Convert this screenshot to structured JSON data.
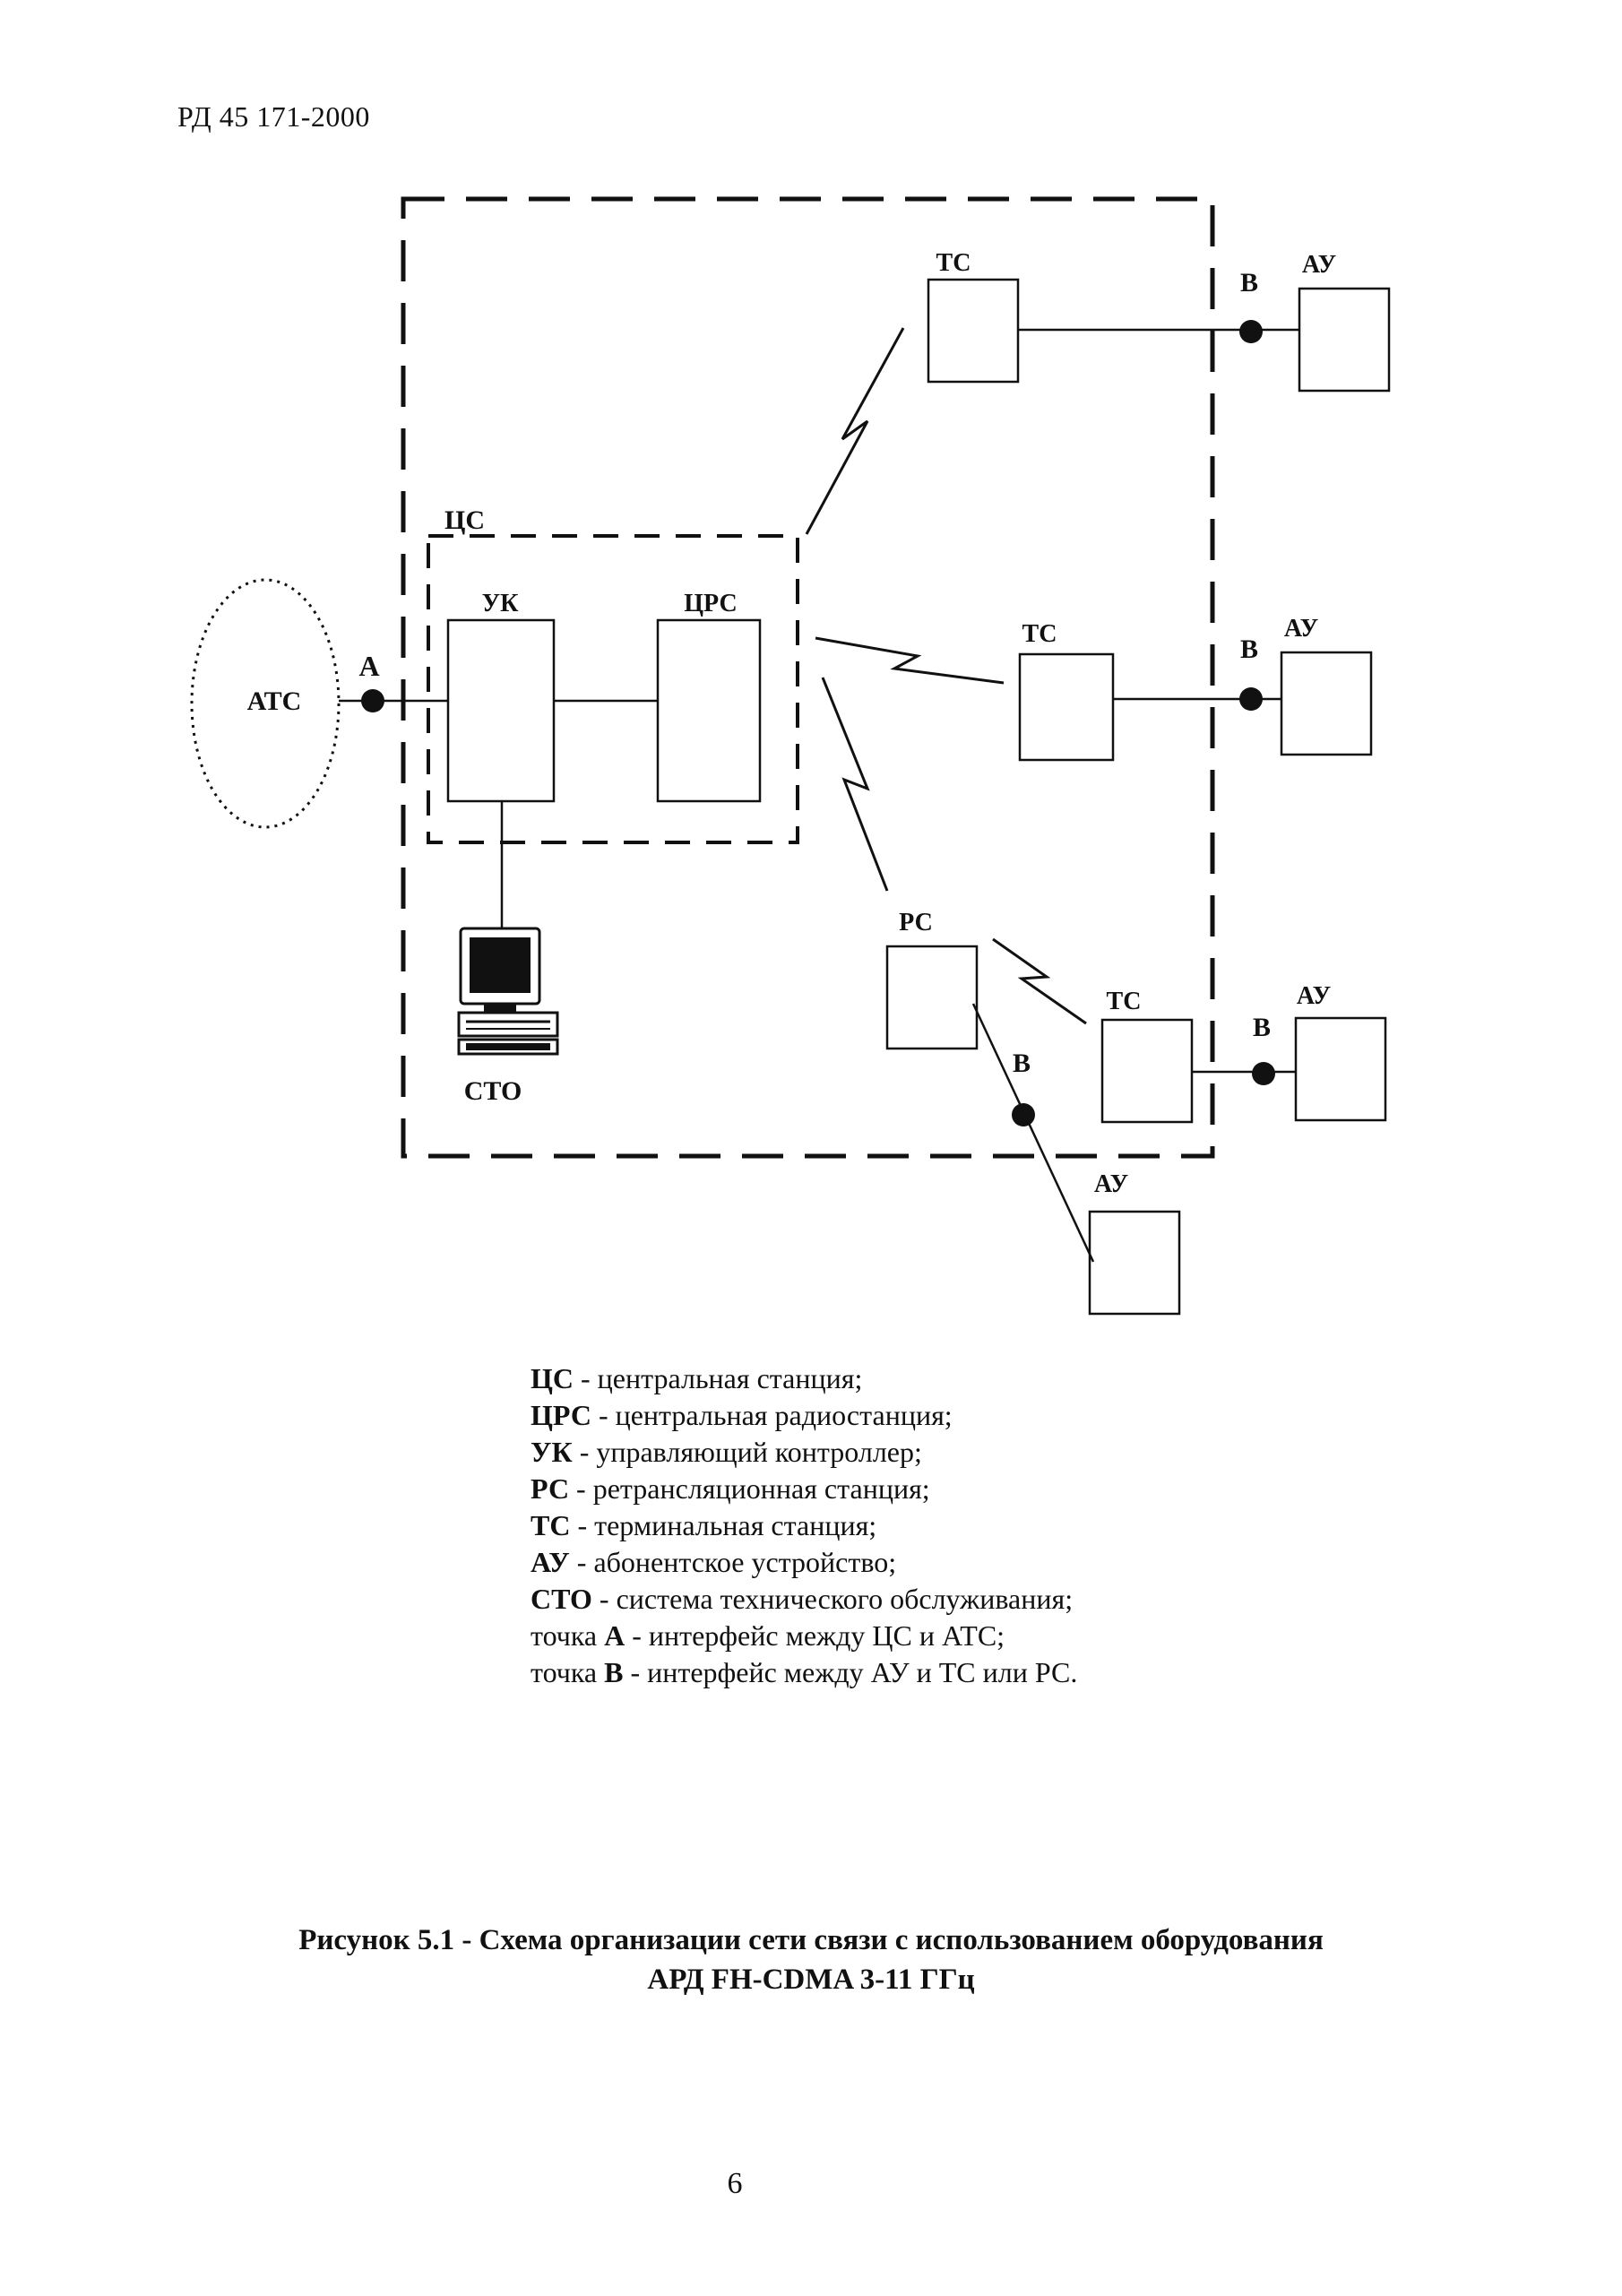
{
  "header": {
    "doc_code": "РД 45 171-2000"
  },
  "diagram": {
    "labels": {
      "ats": "АТС",
      "point_a": "А",
      "cs": "ЦС",
      "uk": "УК",
      "crs": "ЦРС",
      "sto": "СТО",
      "ts_top": "ТС",
      "ts_middle": "ТС",
      "ts_bottom": "ТС",
      "rs": "РС",
      "point_b_top": "В",
      "point_b_middle": "В",
      "point_b_bottom": "В",
      "point_b_rs": "В",
      "au_top": "АУ",
      "au_middle": "АУ",
      "au_bottom": "АУ",
      "au_rs": "АУ"
    }
  },
  "legend": [
    {
      "abbr": "ЦС",
      "text": " - центральная станция;"
    },
    {
      "abbr": "ЦРС",
      "text": " - центральная радиостанция;"
    },
    {
      "abbr": "УК",
      "text": " - управляющий контроллер;"
    },
    {
      "abbr": "РС",
      "text": " - ретрансляционная станция;"
    },
    {
      "abbr": "ТС",
      "text": " - терминальная станция;"
    },
    {
      "abbr": "АУ",
      "text": " - абонентское устройство;"
    },
    {
      "abbr": "СТО",
      "text": " - система технического обслуживания;"
    },
    {
      "prefix": "точка ",
      "abbr": "А",
      "text": " - интерфейс между ЦС и АТС;"
    },
    {
      "prefix": "точка ",
      "abbr": "В",
      "text": " - интерфейс между АУ и ТС или РС."
    }
  ],
  "caption": {
    "line1": "Рисунок 5.1 - Схема организации сети связи с использованием оборудования",
    "line2": "АРД FH-CDMA 3-11 ГГц"
  },
  "page_number": "6"
}
